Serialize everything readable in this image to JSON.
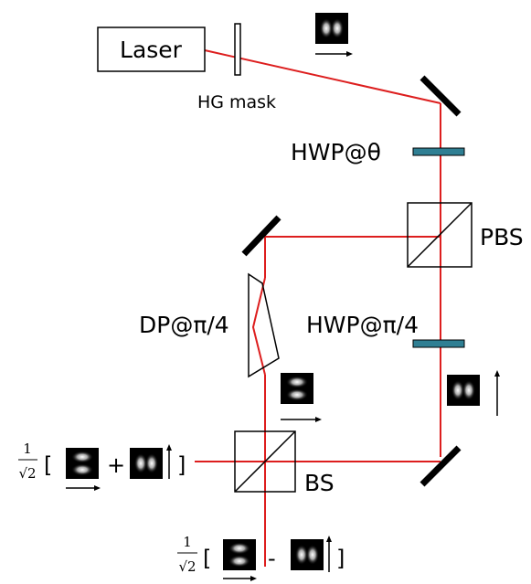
{
  "labels": {
    "laser": "Laser",
    "hg_mask": "HG mask",
    "hwp_theta": "HWP@θ",
    "pbs": "PBS",
    "hwp_pi4": "HWP@π/4",
    "dp_pi4": "DP@π/4",
    "bs": "BS"
  },
  "outputs": {
    "left": {
      "coef_num": "1",
      "coef_den": "√2",
      "open": "[",
      "op": "+",
      "close": "]"
    },
    "bottom": {
      "coef_num": "1",
      "coef_den": "√2",
      "open": "[",
      "op": "-",
      "close": "]"
    }
  },
  "colors": {
    "beam": "#dd1e1e",
    "waveplate": "#2f7f93",
    "optics_line": "#000000"
  }
}
